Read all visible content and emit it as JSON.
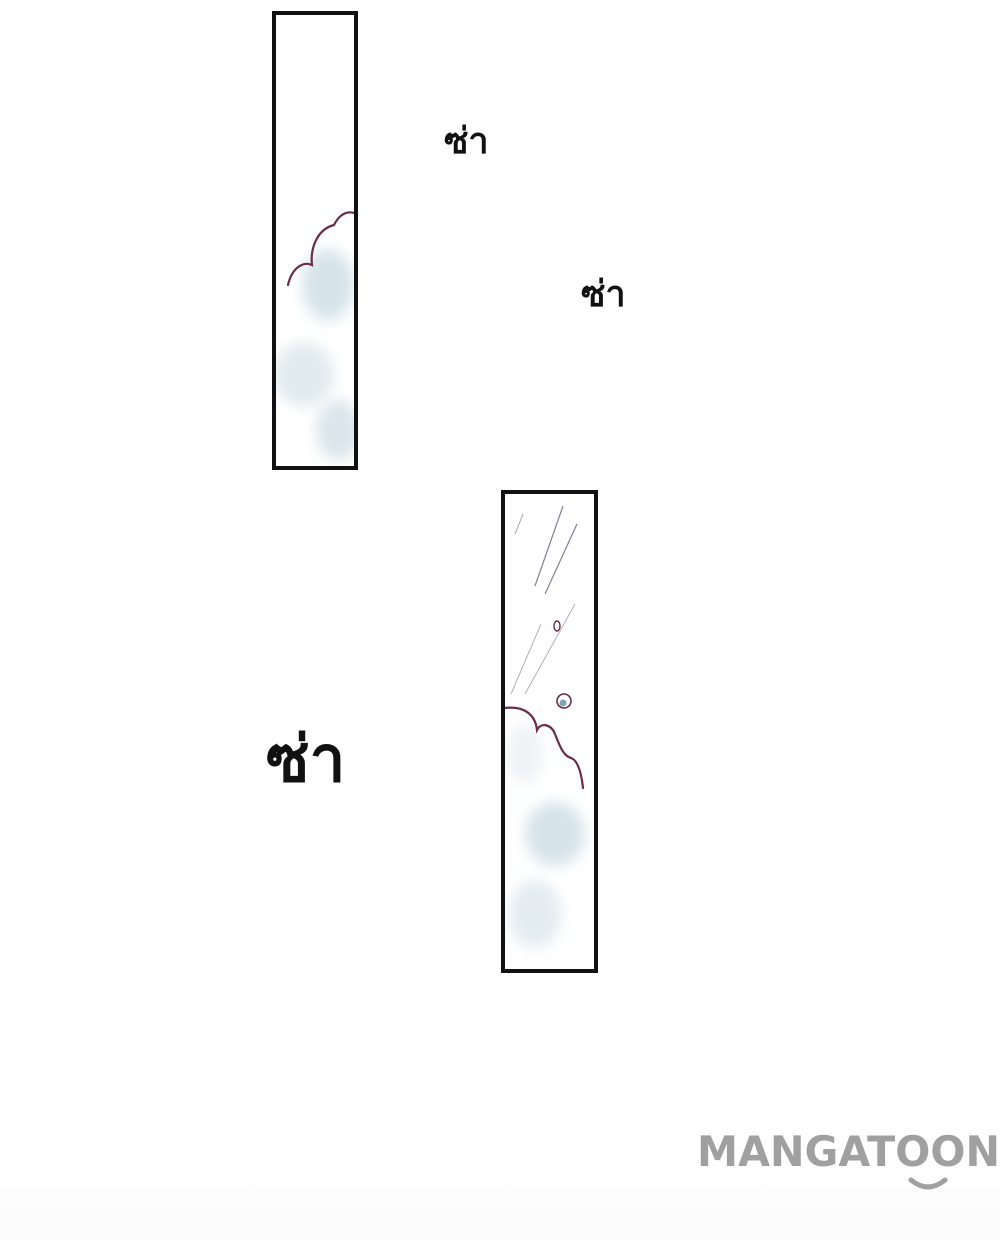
{
  "sound_effects": [
    {
      "text": "ซ่า"
    },
    {
      "text": "ซ่า"
    },
    {
      "text": "ซ่า"
    }
  ],
  "watermark": {
    "text": "MANGATOON",
    "color": "#a0a0a0"
  },
  "colors": {
    "background": "#ffffff",
    "panel_border": "#111111",
    "cloud_outline": "#6b2c45",
    "cloud_fill": "#d6e4ea"
  }
}
